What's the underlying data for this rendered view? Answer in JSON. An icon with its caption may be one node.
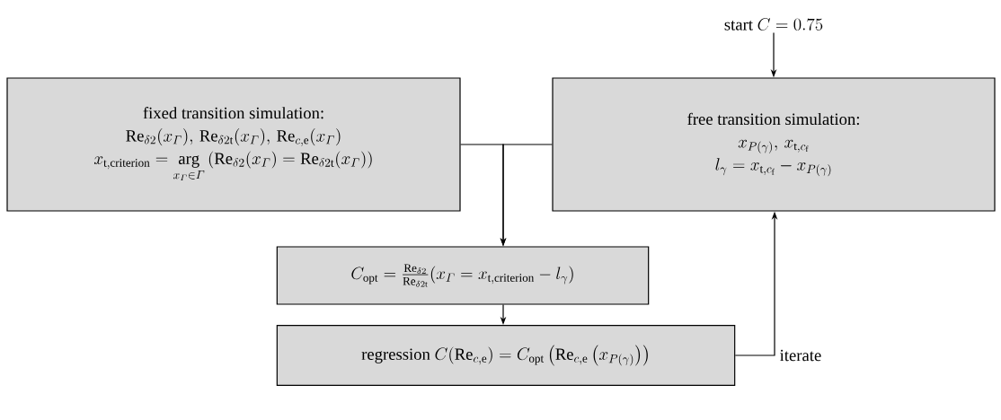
{
  "diagram": {
    "nodes": [
      {
        "text": [
          "start",
          "C = 0.75"
        ]
      },
      {
        "text": [
          "fixed transition simulation:",
          "\\mathrm{Re}_{\\delta 2}(x_{\\varGamma}),\\, \\mathrm{Re}_{\\delta 2\\mathrm{t}}(x_{\\varGamma}),\\, \\mathrm{Re}_{c,\\mathrm{e}}(x_{\\varGamma})",
          "x_{\\mathrm{t,criterion}} = \\mathop{\\mathrm{arg}}\\limits_{x_{\\varGamma}\\in\\varGamma}\\left(\\mathrm{Re}_{\\delta 2}(x_{\\varGamma}) = \\mathrm{Re}_{\\delta 2\\mathrm{t}}(x_{\\varGamma})\\right)"
        ]
      },
      {
        "text": [
          "free transition simulation:",
          "x_{P(\\gamma)},\\, x_{\\mathrm{t},c_{\\mathrm{f}}}",
          "l_{\\gamma} = x_{\\mathrm{t},c_{\\mathrm{f}}} - x_{P(\\gamma)}"
        ]
      },
      {
        "text": [
          "C_{\\mathrm{opt}} = \\frac{\\mathrm{Re}_{\\delta 2}}{\\mathrm{Re}_{\\delta 2\\mathrm{t}}}(x_{\\varGamma} = x_{\\mathrm{t,criterion}} - l_{\\gamma})"
        ]
      },
      {
        "text": [
          "regression",
          "C(\\mathrm{Re}_{c,\\mathrm{e}}) = C_{\\mathrm{opt}}\\left(\\mathrm{Re}_{c,\\mathrm{e}}\\left(x_{P(\\gamma)}\\right)\\right)"
        ]
      }
    ],
    "edges": [
      {
        "from": 0,
        "to": 2,
        "arrow": "to"
      },
      {
        "from": 1,
        "to": 3,
        "arrow": "to"
      },
      {
        "from": 2,
        "to": 3,
        "arrow": "to"
      },
      {
        "from": 3,
        "to": 4,
        "arrow": "to"
      },
      {
        "from": 4,
        "to": 2,
        "arrow": "to",
        "label": "iterate"
      }
    ]
  }
}
